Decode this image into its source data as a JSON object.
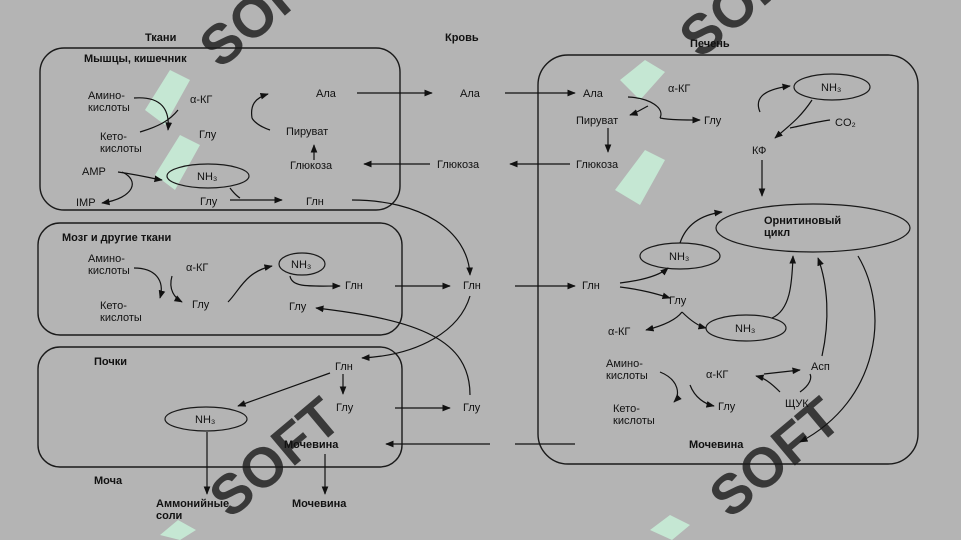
{
  "columns": {
    "tissues": "Ткани",
    "blood": "Кровь",
    "liver": "Печень"
  },
  "muscle": {
    "title": "Мышцы, кишечник",
    "amino_acids": "Амино-\nкислоты",
    "a_kg": "α-КГ",
    "glu": "Глу",
    "keto_acids": "Кето-\nкислоты",
    "ala": "Ала",
    "pyruvate": "Пируват",
    "glucose": "Глюкоза",
    "amp": "AMP",
    "imp": "IMP",
    "nh3": "NH₃",
    "glu2": "Глу",
    "gln": "Глн"
  },
  "brain": {
    "title": "Мозг и другие ткани",
    "amino_acids": "Амино-\nкислоты",
    "a_kg": "α-КГ",
    "nh3": "NH₃",
    "keto_acids": "Кето-\nкислоты",
    "glu": "Глу",
    "glu2": "Глу",
    "gln": "Глн"
  },
  "kidney": {
    "title": "Почки",
    "gln": "Глн",
    "nh3": "NH₃",
    "glu": "Глу",
    "urea": "Мочевина"
  },
  "urine": {
    "title": "Моча",
    "ammonium": "Аммонийные\nсоли",
    "urea": "Мочевина"
  },
  "blood": {
    "ala": "Ала",
    "glucose": "Глюкоза",
    "gln": "Глн",
    "glu": "Глу"
  },
  "liver": {
    "ala": "Ала",
    "a_kg": "α-КГ",
    "nh3": "NH₃",
    "pyruvate": "Пируват",
    "glu": "Глу",
    "co2": "CO₂",
    "kf": "КФ",
    "glucose": "Глюкоза",
    "ornithine_cycle": "Орнитиновый\nцикл",
    "nh3_2": "NH₃",
    "gln": "Глн",
    "glu2": "Глу",
    "a_kg2": "α-КГ",
    "nh3_3": "NH₃",
    "asp": "Асп",
    "amino_acids": "Амино-\nкислоты",
    "a_kg3": "α-КГ",
    "keto_acids": "Кето-\nкислоты",
    "glu3": "Глу",
    "oxaloacetate": "ЩУК",
    "urea": "Мочевина"
  },
  "watermark": {
    "text": "SOFT"
  },
  "colors": {
    "background": "#b4b4b4",
    "ink": "#111111",
    "watermark_green": "#c8f0d8"
  }
}
